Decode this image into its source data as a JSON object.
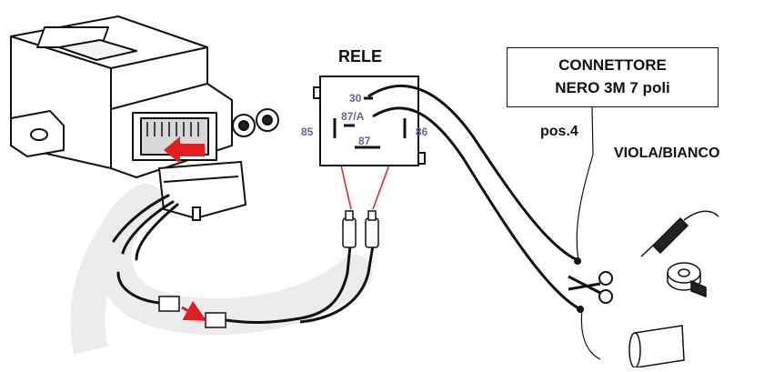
{
  "labels": {
    "relay_title": "RELE",
    "connector_line1": "CONNETTORE",
    "connector_line2": "NERO 3M 7 poli",
    "position": "pos.4",
    "wire_color": "VIOLA/BIANCO"
  },
  "relay_pins": {
    "p30": "30",
    "p87a": "87/A",
    "p87": "87",
    "p85": "85",
    "p86": "86"
  },
  "colors": {
    "ink": "#111111",
    "pin_label": "#6a5fa6",
    "arrow": "#e02020",
    "sleeve": "#ececec"
  },
  "icons": [
    "control-unit-icon",
    "relay-icon",
    "scissors-icon",
    "soldering-iron-icon",
    "tape-roll-icon",
    "heat-shrink-icon",
    "spade-terminal-icon"
  ]
}
